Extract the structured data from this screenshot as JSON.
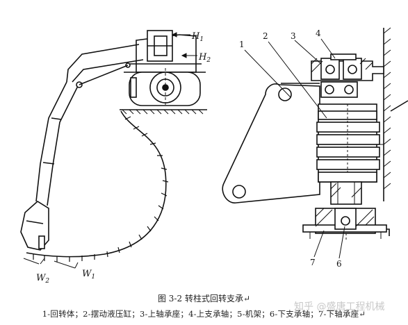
{
  "figure": {
    "labels": {
      "h1": "H",
      "h1_sub": "1",
      "h2": "H",
      "h2_sub": "2",
      "w1": "W",
      "w1_sub": "1",
      "w2": "W",
      "w2_sub": "2",
      "n1": "1",
      "n2": "2",
      "n3": "3",
      "n4": "4",
      "n6": "6",
      "n7": "7"
    },
    "caption_title": "图 3-2   转柱式回转支承↵",
    "caption_legend": "1-回转体；2-摆动液压缸；3-上轴承座；4-上支承轴；5-机架；6-下支承轴；7-下轴承座↵",
    "watermark": "知乎 @盛唐工程机械"
  }
}
